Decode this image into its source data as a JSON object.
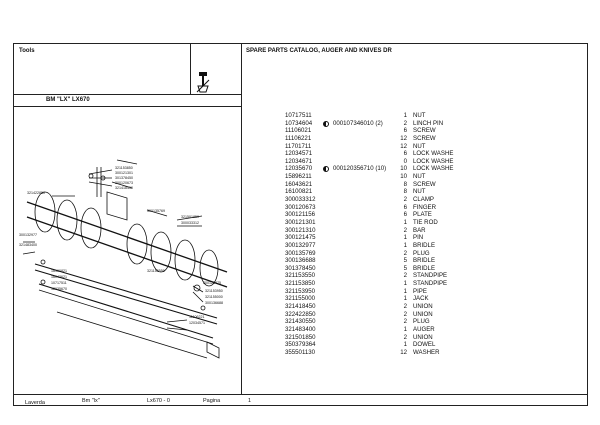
{
  "header": {
    "tools_label": "Tools",
    "catalog_title": "SPARE PARTS CATALOG, AUGER AND KNIVES DR",
    "model_label": "BM \"LX\" LX670"
  },
  "footer": {
    "brand": "Laverda",
    "series": "Bm \"lx\"",
    "model_section": "Lx670 - 0",
    "page_label": "Pagina",
    "page_number": "1"
  },
  "parts": [
    {
      "code": "10717511",
      "ref": "",
      "qty": "1",
      "name": "NUT"
    },
    {
      "code": "10734604",
      "ref": "000107346010  (2)",
      "qty": "2",
      "name": "LINCH PIN"
    },
    {
      "code": "11106021",
      "ref": "",
      "qty": "6",
      "name": "SCREW"
    },
    {
      "code": "11106221",
      "ref": "",
      "qty": "12",
      "name": "SCREW"
    },
    {
      "code": "11701711",
      "ref": "",
      "qty": "12",
      "name": "NUT"
    },
    {
      "code": "12034571",
      "ref": "",
      "qty": "6",
      "name": "LOCK WASHE"
    },
    {
      "code": "12034671",
      "ref": "",
      "qty": "0",
      "name": "LOCK WASHE"
    },
    {
      "code": "12035670",
      "ref": "000120356710  (10)",
      "qty": "10",
      "name": "LOCK WASHE"
    },
    {
      "code": "15896211",
      "ref": "",
      "qty": "10",
      "name": "NUT"
    },
    {
      "code": "16043621",
      "ref": "",
      "qty": "8",
      "name": "SCREW"
    },
    {
      "code": "16100821",
      "ref": "",
      "qty": "8",
      "name": "NUT"
    },
    {
      "code": "300033312",
      "ref": "",
      "qty": "2",
      "name": "CLAMP"
    },
    {
      "code": "300120673",
      "ref": "",
      "qty": "6",
      "name": "FINGER"
    },
    {
      "code": "300121156",
      "ref": "",
      "qty": "6",
      "name": "PLATE"
    },
    {
      "code": "300121301",
      "ref": "",
      "qty": "1",
      "name": "TIE ROD"
    },
    {
      "code": "300121310",
      "ref": "",
      "qty": "2",
      "name": "BAR"
    },
    {
      "code": "300121475",
      "ref": "",
      "qty": "1",
      "name": "PIN"
    },
    {
      "code": "300132977",
      "ref": "",
      "qty": "1",
      "name": "BRIDLE"
    },
    {
      "code": "300135769",
      "ref": "",
      "qty": "2",
      "name": "PLUG"
    },
    {
      "code": "300136688",
      "ref": "",
      "qty": "5",
      "name": "BRIDLE"
    },
    {
      "code": "301378450",
      "ref": "",
      "qty": "5",
      "name": "BRIDLE"
    },
    {
      "code": "321153550",
      "ref": "",
      "qty": "2",
      "name": "STANDPIPE"
    },
    {
      "code": "321153850",
      "ref": "",
      "qty": "1",
      "name": "STANDPIPE"
    },
    {
      "code": "321153950",
      "ref": "",
      "qty": "1",
      "name": "PIPE"
    },
    {
      "code": "321155000",
      "ref": "",
      "qty": "1",
      "name": "JACK"
    },
    {
      "code": "321418450",
      "ref": "",
      "qty": "2",
      "name": "UNION"
    },
    {
      "code": "322422850",
      "ref": "",
      "qty": "2",
      "name": "UNION"
    },
    {
      "code": "321430550",
      "ref": "",
      "qty": "2",
      "name": "PLUG"
    },
    {
      "code": "321483400",
      "ref": "",
      "qty": "1",
      "name": "AUGER"
    },
    {
      "code": "321501850",
      "ref": "",
      "qty": "2",
      "name": "UNION"
    },
    {
      "code": "350379364",
      "ref": "",
      "qty": "1",
      "name": "DOWEL"
    },
    {
      "code": "355501130",
      "ref": "",
      "qty": "12",
      "name": "WASHER"
    }
  ],
  "drawing_labels": [
    "321153850",
    "300121301",
    "301378450",
    "300120673",
    "321418450",
    "321422850",
    "300135769",
    "321501850",
    "300033312",
    "300132977",
    "321483400",
    "321153550",
    "16100821",
    "16043621",
    "10717511",
    "12035670",
    "300121475",
    "321153950",
    "321155000",
    "300136688",
    "11106221",
    "12034571"
  ]
}
